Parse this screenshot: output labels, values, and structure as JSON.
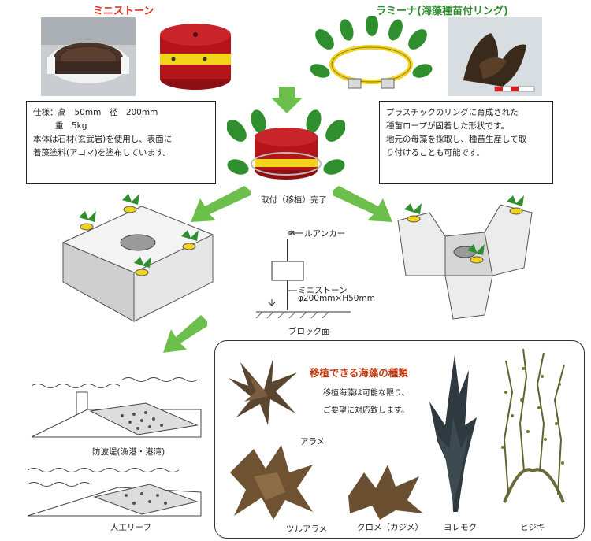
{
  "top": {
    "mini_stone_title": "ミニストーン",
    "lamina_title": "ラミーナ(海藻種苗付リング)"
  },
  "spec_box": {
    "line1": "仕様：高　50mm　径　200mm",
    "line2": "重　5kg",
    "line3": "本体は石材(玄武岩)を使用し、表面に",
    "line4": "着藻塗料(アコマ)を塗布しています。"
  },
  "desc_box": {
    "line1": "プラスチックのリングに育成された",
    "line2": "種苗ロープが固着した形状です。",
    "line3": "地元の母藻を採取し、種苗生産して取",
    "line4": "り付けることも可能です。"
  },
  "center": {
    "attach_done": "取付（移植）完了",
    "anchor_label": "ネールアンカー",
    "ministone_label": "ミニストーン",
    "ministone_size": "φ200mm×H50mm",
    "block_label": "ブロック面"
  },
  "structures": {
    "breakwater": "防波堤(漁港・港湾)",
    "reef": "人工リーフ"
  },
  "panel": {
    "title": "移植できる海藻の種類",
    "sub1": "移植海藻は可能な限り、",
    "sub2": "ご要望に対応致します。",
    "species": [
      "アラメ",
      "ツルアラメ",
      "クロメ（カジメ）",
      "ヨレモク",
      "ヒジキ"
    ]
  },
  "colors": {
    "arrow_green": "#6cbf4a",
    "stone_red": "#b5141a",
    "band_yellow": "#f2d31b",
    "leaf_green": "#2f8f2f"
  }
}
